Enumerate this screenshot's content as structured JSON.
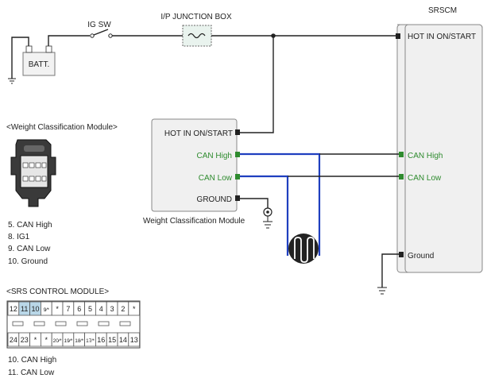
{
  "top": {
    "ig_sw": "IG SW",
    "ip_junction_box": "I/P JUNCTION BOX",
    "srscm": "SRSCM",
    "batt": "BATT."
  },
  "wcm": {
    "header": "<Weight Classification Module>",
    "hot_in": "HOT IN ON/START",
    "can_high": "CAN High",
    "can_low": "CAN Low",
    "ground": "GROUND",
    "caption": "Weight Classification Module",
    "pins": [
      {
        "text": "5. CAN High",
        "color": "#2e8b2e"
      },
      {
        "text": "8. IG1",
        "color": "#222222"
      },
      {
        "text": "9. CAN Low",
        "color": "#2e8b2e"
      },
      {
        "text": "10. Ground",
        "color": "#222222"
      }
    ]
  },
  "srscm_block": {
    "hot_in": "HOT IN ON/START",
    "can_high": "CAN High",
    "can_low": "CAN Low",
    "ground": "Ground"
  },
  "srs": {
    "header": "<SRS CONTROL MODULE>",
    "top_row": [
      "12",
      "11",
      "10",
      "9⁄*",
      "*",
      "7",
      "6",
      "5",
      "4",
      "3",
      "2",
      "*"
    ],
    "bottom_row": [
      "24",
      "23",
      "*",
      "*",
      "20⁄*",
      "19⁄*",
      "18⁄*",
      "17⁄*",
      "16",
      "15",
      "14",
      "13"
    ],
    "pins": [
      {
        "text": "10. CAN High",
        "color": "#2e8b2e"
      },
      {
        "text": "11. CAN Low",
        "color": "#2e8b2e"
      }
    ]
  },
  "colors": {
    "can_wire": "#1f3fbf",
    "can_text": "#2e8b2e",
    "highlight_cell": "#b9d7e8"
  }
}
